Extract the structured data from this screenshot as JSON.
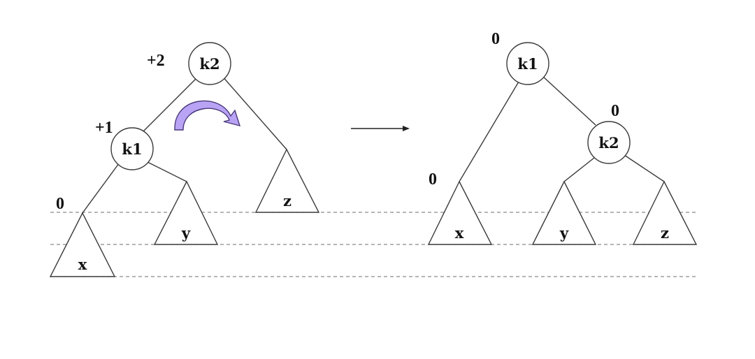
{
  "before": {
    "nodes": {
      "k2": {
        "label": "k2",
        "balance": "+2"
      },
      "k1": {
        "label": "k1",
        "balance": "+1"
      }
    },
    "subtrees": {
      "x": {
        "label": "x",
        "balance": "0"
      },
      "y": {
        "label": "y"
      },
      "z": {
        "label": "z"
      }
    },
    "rotation_icon": "clockwise-rotation-arrow-icon",
    "rotation_color": "#b9a3f5"
  },
  "after": {
    "nodes": {
      "k1": {
        "label": "k1",
        "balance": "0"
      },
      "k2": {
        "label": "k2",
        "balance": "0"
      }
    },
    "subtrees": {
      "x": {
        "label": "x",
        "balance": "0"
      },
      "y": {
        "label": "y"
      },
      "z": {
        "label": "z"
      }
    }
  },
  "transform_arrow_icon": "right-arrow-icon"
}
